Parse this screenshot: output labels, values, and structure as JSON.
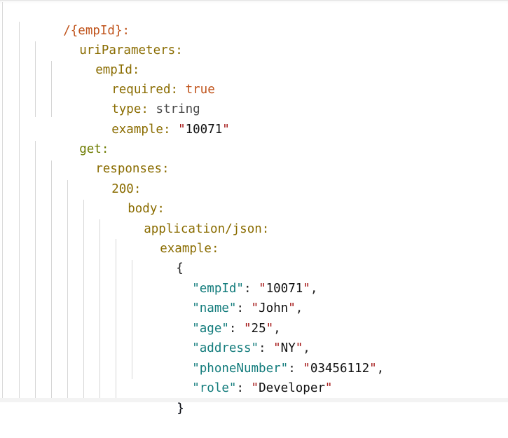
{
  "editor": {
    "lines": [
      {
        "indent": 0,
        "key": "/{empId}",
        "sep": ":"
      },
      {
        "indent": 1,
        "key": "uriParameters",
        "sep": ":"
      },
      {
        "indent": 2,
        "key": "empId",
        "sep": ":"
      },
      {
        "indent": 3,
        "key": "required",
        "sep": ": ",
        "value": "true"
      },
      {
        "indent": 3,
        "key": "type",
        "sep": ": ",
        "value": "string"
      },
      {
        "indent": 3,
        "key": "example",
        "sep": ": ",
        "quote_open": "\"",
        "value": "10071",
        "quote_close": "\""
      },
      {
        "indent": 1,
        "key": "get",
        "sep": ":"
      },
      {
        "indent": 2,
        "key": "responses",
        "sep": ":"
      },
      {
        "indent": 3,
        "key": "200",
        "sep": ":"
      },
      {
        "indent": 4,
        "key": "body",
        "sep": ":"
      },
      {
        "indent": 5,
        "key": "application/json",
        "sep": ":"
      },
      {
        "indent": 6,
        "key": "example",
        "sep": ":"
      },
      {
        "indent": 7,
        "text": "{"
      },
      {
        "indent": 8,
        "jkey": "\"empId\"",
        "sep": ": ",
        "q1": "\"",
        "value": "10071",
        "q2": "\"",
        "tail": ","
      },
      {
        "indent": 8,
        "jkey": "\"name\"",
        "sep": ": ",
        "q1": "\"",
        "value": "John",
        "q2": "\"",
        "tail": ","
      },
      {
        "indent": 8,
        "jkey": "\"age\"",
        "sep": ": ",
        "q1": "\"",
        "value": "25",
        "q2": "\"",
        "tail": ","
      },
      {
        "indent": 8,
        "jkey": "\"address\"",
        "sep": ": ",
        "q1": "\"",
        "value": "NY",
        "q2": "\"",
        "tail": ","
      },
      {
        "indent": 8,
        "jkey": "\"phoneNumber\"",
        "sep": ": ",
        "q1": "\"",
        "value": "03456112",
        "q2": "\"",
        "tail": ","
      },
      {
        "indent": 8,
        "jkey": "\"role\"",
        "sep": ": ",
        "q1": "\"",
        "value": "Developer",
        "q2": "\"",
        "tail": ""
      },
      {
        "indent": 7,
        "text": "}"
      }
    ]
  },
  "colors": {
    "path": "#c0541c",
    "key": "#8a6c00",
    "get_key": "#6d7b00",
    "boolean": "#c0541c",
    "type_value": "#4a4a4a",
    "string_quote": "#a31515",
    "json_key": "#137c7c",
    "indent_guide": "#d6d6d6"
  }
}
